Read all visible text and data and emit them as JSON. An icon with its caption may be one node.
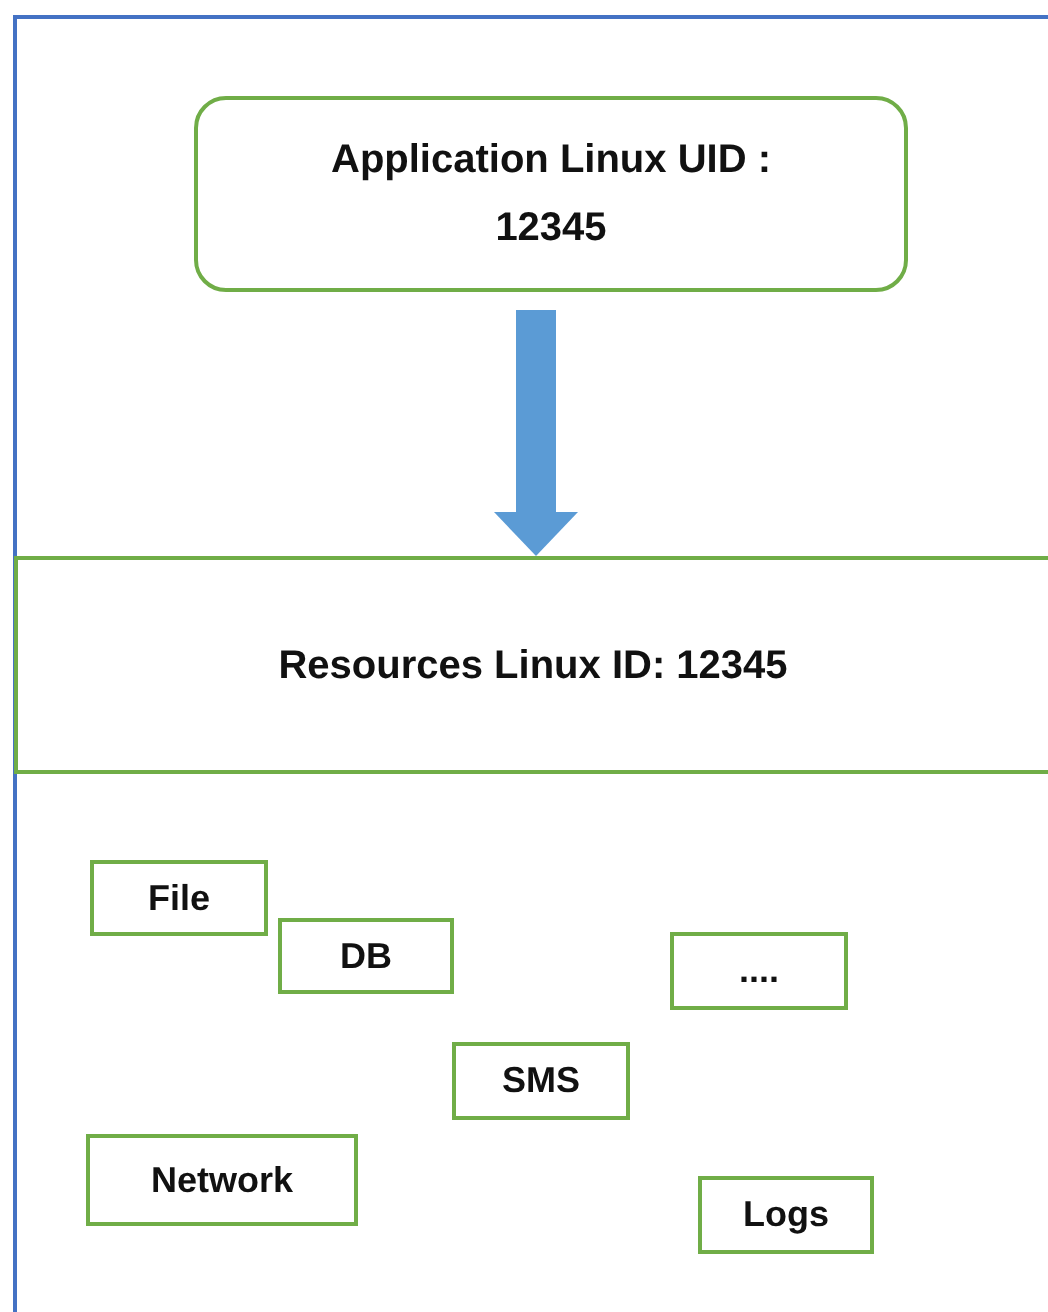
{
  "diagram": {
    "nodes": [
      {
        "text": [
          "Application Linux UID : 12345"
        ]
      },
      {
        "text": [
          "Resources Linux ID: 12345"
        ]
      },
      {
        "text": [
          "File"
        ]
      },
      {
        "text": [
          "DB"
        ]
      },
      {
        "text": [
          "...."
        ]
      },
      {
        "text": [
          "SMS"
        ]
      },
      {
        "text": [
          "Network"
        ]
      },
      {
        "text": [
          "Logs"
        ]
      }
    ],
    "edges": [
      {
        "from": 0,
        "to": 1,
        "arrow": "to",
        "color": "#5b9bd5"
      }
    ]
  }
}
